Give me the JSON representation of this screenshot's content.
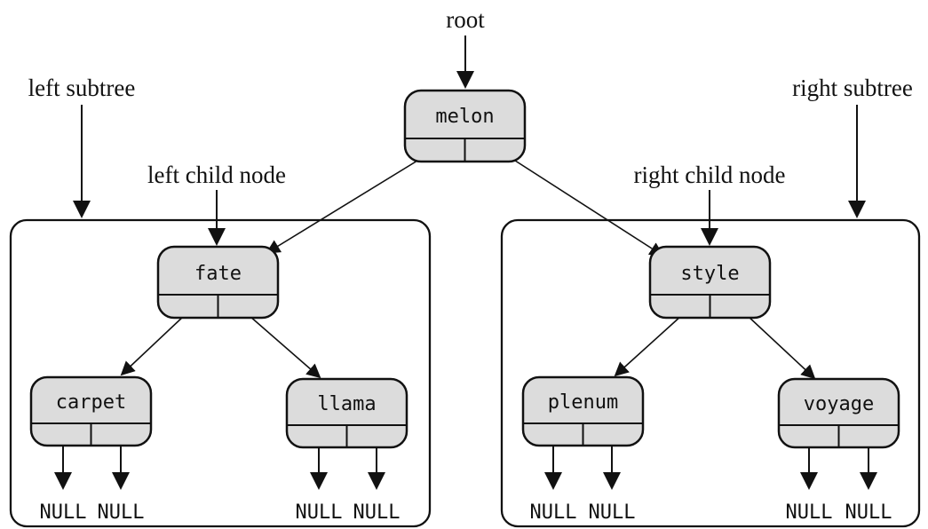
{
  "labels": {
    "root": "root",
    "left_subtree": "left subtree",
    "right_subtree": "right subtree",
    "left_child_node": "left child node",
    "right_child_node": "right child node"
  },
  "nodes": {
    "melon": "melon",
    "fate": "fate",
    "style": "style",
    "carpet": "carpet",
    "llama": "llama",
    "plenum": "plenum",
    "voyage": "voyage"
  },
  "null_label": "NULL"
}
